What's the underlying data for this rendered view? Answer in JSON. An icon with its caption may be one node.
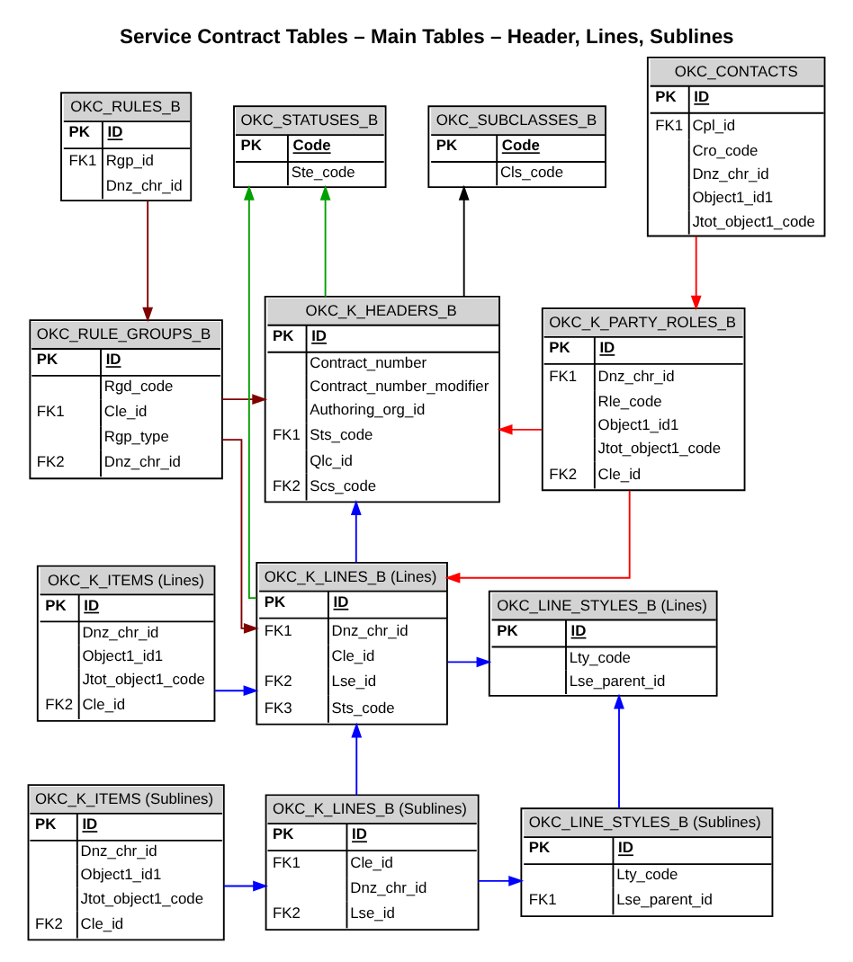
{
  "diagram": {
    "title": "Service Contract Tables – Main Tables – Header, Lines, Sublines",
    "nodes": [
      {
        "text": [
          "OKC_RULES_B",
          "PK",
          "ID",
          "FK1",
          "Rgp_id",
          "Dnz_chr_id"
        ]
      },
      {
        "text": [
          "OKC_STATUSES_B",
          "PK",
          "Code",
          "Ste_code"
        ]
      },
      {
        "text": [
          "OKC_SUBCLASSES_B",
          "PK",
          "Code",
          "Cls_code"
        ]
      },
      {
        "text": [
          "OKC_CONTACTS",
          "PK",
          "ID",
          "FK1",
          "Cpl_id",
          "Cro_code",
          "Dnz_chr_id",
          "Object1_id1",
          "Jtot_object1_code"
        ]
      },
      {
        "text": [
          "OKC_RULE_GROUPS_B",
          "PK",
          "ID",
          "Rgd_code",
          "FK1",
          "Cle_id",
          "Rgp_type",
          "FK2",
          "Dnz_chr_id"
        ]
      },
      {
        "text": [
          "OKC_K_HEADERS_B",
          "PK",
          "ID",
          "Contract_number",
          "Contract_number_modifier",
          "Authoring_org_id",
          "FK1",
          "Sts_code",
          "Qlc_id",
          "FK2",
          "Scs_code"
        ]
      },
      {
        "text": [
          "OKC_K_PARTY_ROLES_B",
          "PK",
          "ID",
          "FK1",
          "Dnz_chr_id",
          "Rle_code",
          "Object1_id1",
          "Jtot_object1_code",
          "FK2",
          "Cle_id"
        ]
      },
      {
        "text": [
          "OKC_K_ITEMS (Lines)",
          "PK",
          "ID",
          "Dnz_chr_id",
          "Object1_id1",
          "Jtot_object1_code",
          "FK2",
          "Cle_id"
        ]
      },
      {
        "text": [
          "OKC_K_LINES_B (Lines)",
          "PK",
          "ID",
          "FK1",
          "Dnz_chr_id",
          "Cle_id",
          "FK2",
          "Lse_id",
          "FK3",
          "Sts_code"
        ]
      },
      {
        "text": [
          "OKC_LINE_STYLES_B (Lines)",
          "PK",
          "ID",
          "Lty_code",
          "Lse_parent_id"
        ]
      },
      {
        "text": [
          "OKC_K_ITEMS (Sublines)",
          "PK",
          "ID",
          "Dnz_chr_id",
          "Object1_id1",
          "Jtot_object1_code",
          "FK2",
          "Cle_id"
        ]
      },
      {
        "text": [
          "OKC_K_LINES_B (Sublines)",
          "PK",
          "ID",
          "FK1",
          "Cle_id",
          "Dnz_chr_id",
          "FK2",
          "Lse_id"
        ]
      },
      {
        "text": [
          "OKC_LINE_STYLES_B (Sublines)",
          "PK",
          "ID",
          "Lty_code",
          "FK1",
          "Lse_parent_id"
        ]
      }
    ],
    "edges": [
      {
        "from": 0,
        "to": 4,
        "arrow": "to",
        "color": "#800000"
      },
      {
        "from": 5,
        "to": 1,
        "arrow": "to",
        "color": "#00a000"
      },
      {
        "from": 8,
        "to": 1,
        "arrow": "to",
        "color": "#00a000"
      },
      {
        "from": 5,
        "to": 2,
        "arrow": "to",
        "color": "#000000"
      },
      {
        "from": 3,
        "to": 6,
        "arrow": "to",
        "color": "#ff0000"
      },
      {
        "from": 4,
        "to": 5,
        "arrow": "to",
        "color": "#800000"
      },
      {
        "from": 4,
        "to": 8,
        "arrow": "to",
        "color": "#800000"
      },
      {
        "from": 6,
        "to": 5,
        "arrow": "to",
        "color": "#ff0000"
      },
      {
        "from": 6,
        "to": 8,
        "arrow": "to",
        "color": "#ff0000"
      },
      {
        "from": 8,
        "to": 5,
        "arrow": "to"
      },
      {
        "from": 7,
        "to": 8,
        "arrow": "to"
      },
      {
        "from": 8,
        "to": 9,
        "arrow": "to"
      },
      {
        "from": 11,
        "to": 8,
        "arrow": "to"
      },
      {
        "from": 12,
        "to": 9,
        "arrow": "to"
      },
      {
        "from": 10,
        "to": 11,
        "arrow": "to"
      },
      {
        "from": 11,
        "to": 12,
        "arrow": "to"
      }
    ]
  }
}
